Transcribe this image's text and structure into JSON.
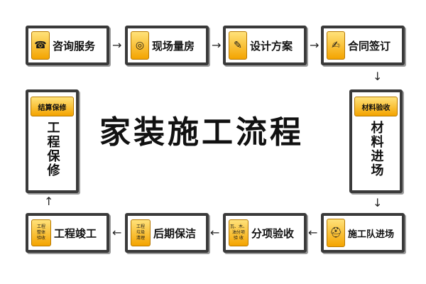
{
  "title": "家装施工流程",
  "steps": [
    {
      "label": "咨询服务",
      "icon": "phone-icon"
    },
    {
      "label": "现场量房",
      "icon": "tape-measure-icon"
    },
    {
      "label": "设计方案",
      "icon": "design-icon"
    },
    {
      "label": "合同签订",
      "icon": "contract-icon"
    },
    {
      "label": "材料进场",
      "badge": "材料验收"
    },
    {
      "label": "施工队进场",
      "icon": "helmet-icon"
    },
    {
      "label": "分项验收",
      "badge_lines": [
        "瓦、木、",
        "油分项",
        "验 收"
      ]
    },
    {
      "label": "后期保洁",
      "badge_lines": [
        "工程",
        "垃圾",
        "清理"
      ]
    },
    {
      "label": "工程竣工",
      "badge_lines": [
        "工程",
        "整体",
        "验收"
      ]
    },
    {
      "label": "工程保修",
      "badge": "结算保修"
    }
  ],
  "icon_glyphs": [
    "☎",
    "◎",
    "✎",
    "✍",
    "⛑"
  ]
}
